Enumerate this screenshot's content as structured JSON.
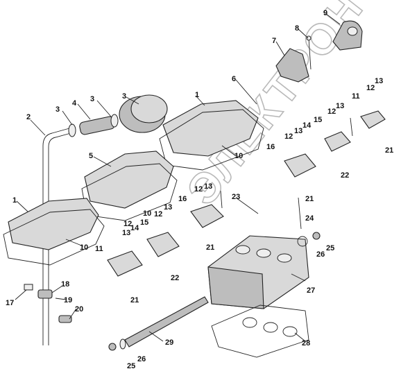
{
  "watermark": "ЭЛЕКТРОН",
  "callouts": [
    "1",
    "2",
    "3",
    "4",
    "5",
    "6",
    "7",
    "8",
    "9",
    "10",
    "11",
    "12",
    "13",
    "14",
    "15",
    "16",
    "17",
    "18",
    "19",
    "20",
    "21",
    "22",
    "23",
    "24",
    "25",
    "26",
    "27",
    "28",
    "29"
  ]
}
